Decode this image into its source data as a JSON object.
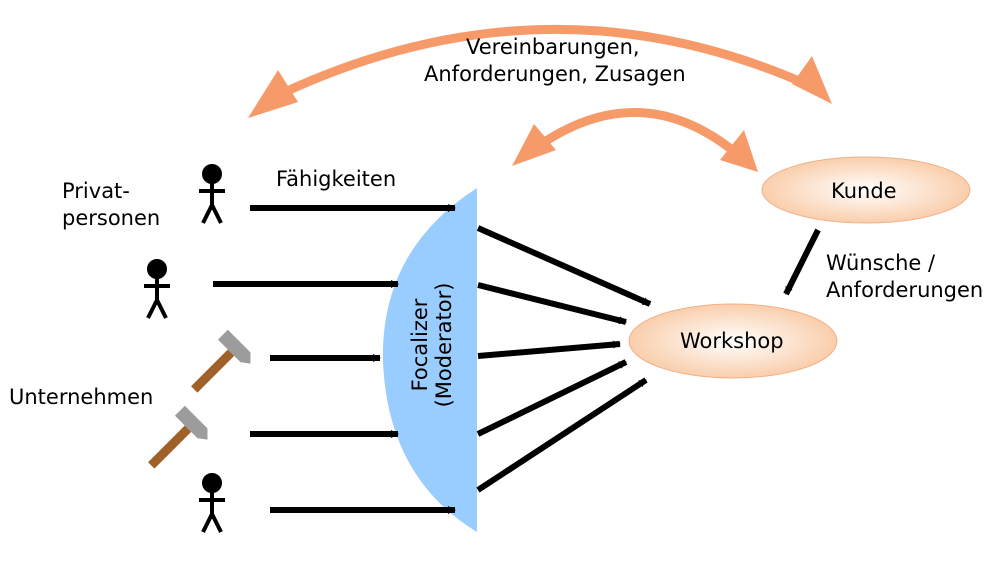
{
  "top_label": {
    "line1": "Vereinbarungen,",
    "line2": "Anforderungen, Zusagen"
  },
  "skills_label": "Fähigkeiten",
  "private_label": {
    "line1": "Privat-",
    "line2": "personen"
  },
  "company_label": "Unternehmen",
  "focalizer": {
    "line1": "Focalizer",
    "line2": "(Moderator)"
  },
  "kunde": "Kunde",
  "workshop": "Workshop",
  "wishes_label": {
    "line1": "Wünsche /",
    "line2": "Anforderungen"
  },
  "icons": [
    "person-icon",
    "person-icon",
    "hammer-icon",
    "hammer-icon",
    "person-icon"
  ],
  "colors": {
    "orange_arrow": "#f79a6a",
    "focalizer_fill": "#99ccff",
    "ellipse_fill": "#fde2cc",
    "ellipse_stroke": "#f0b088",
    "hammer_handle": "#a0602a",
    "hammer_head": "#9c9c9c"
  }
}
